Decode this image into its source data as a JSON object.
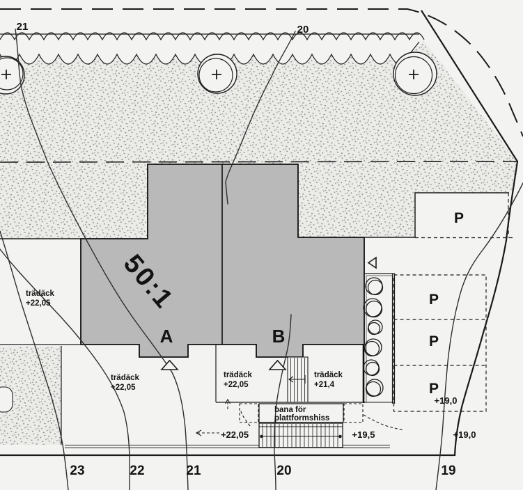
{
  "drawing": {
    "property_number": "50:1",
    "unit_a_label": "A",
    "unit_b_label": "B"
  },
  "decks": {
    "west": {
      "name": "trädäck",
      "elevation": "+22,05"
    },
    "south_a": {
      "name": "trädäck",
      "elevation": "+22,05"
    },
    "south_b": {
      "name": "trädäck",
      "elevation": "+22,05"
    },
    "east": {
      "name": "trädäck",
      "elevation": "+21,4"
    }
  },
  "parking": {
    "label": "P",
    "elevation_row": "+19,0",
    "elevation_entry": "+19,0"
  },
  "lift": {
    "line1": "bana för",
    "line2": "plattformshiss"
  },
  "spot_elevations": {
    "path_west": "+22,05",
    "path_east": "+19,5"
  },
  "contour_labels": {
    "top": [
      "21",
      "20"
    ],
    "bottom": [
      "23",
      "22",
      "21",
      "20",
      "19"
    ]
  },
  "colors": {
    "background": "#f3f3f1",
    "building_fill": "#b9b9b9",
    "line": "#1c1c1c",
    "stipple_dot": "#8d8d8d"
  }
}
